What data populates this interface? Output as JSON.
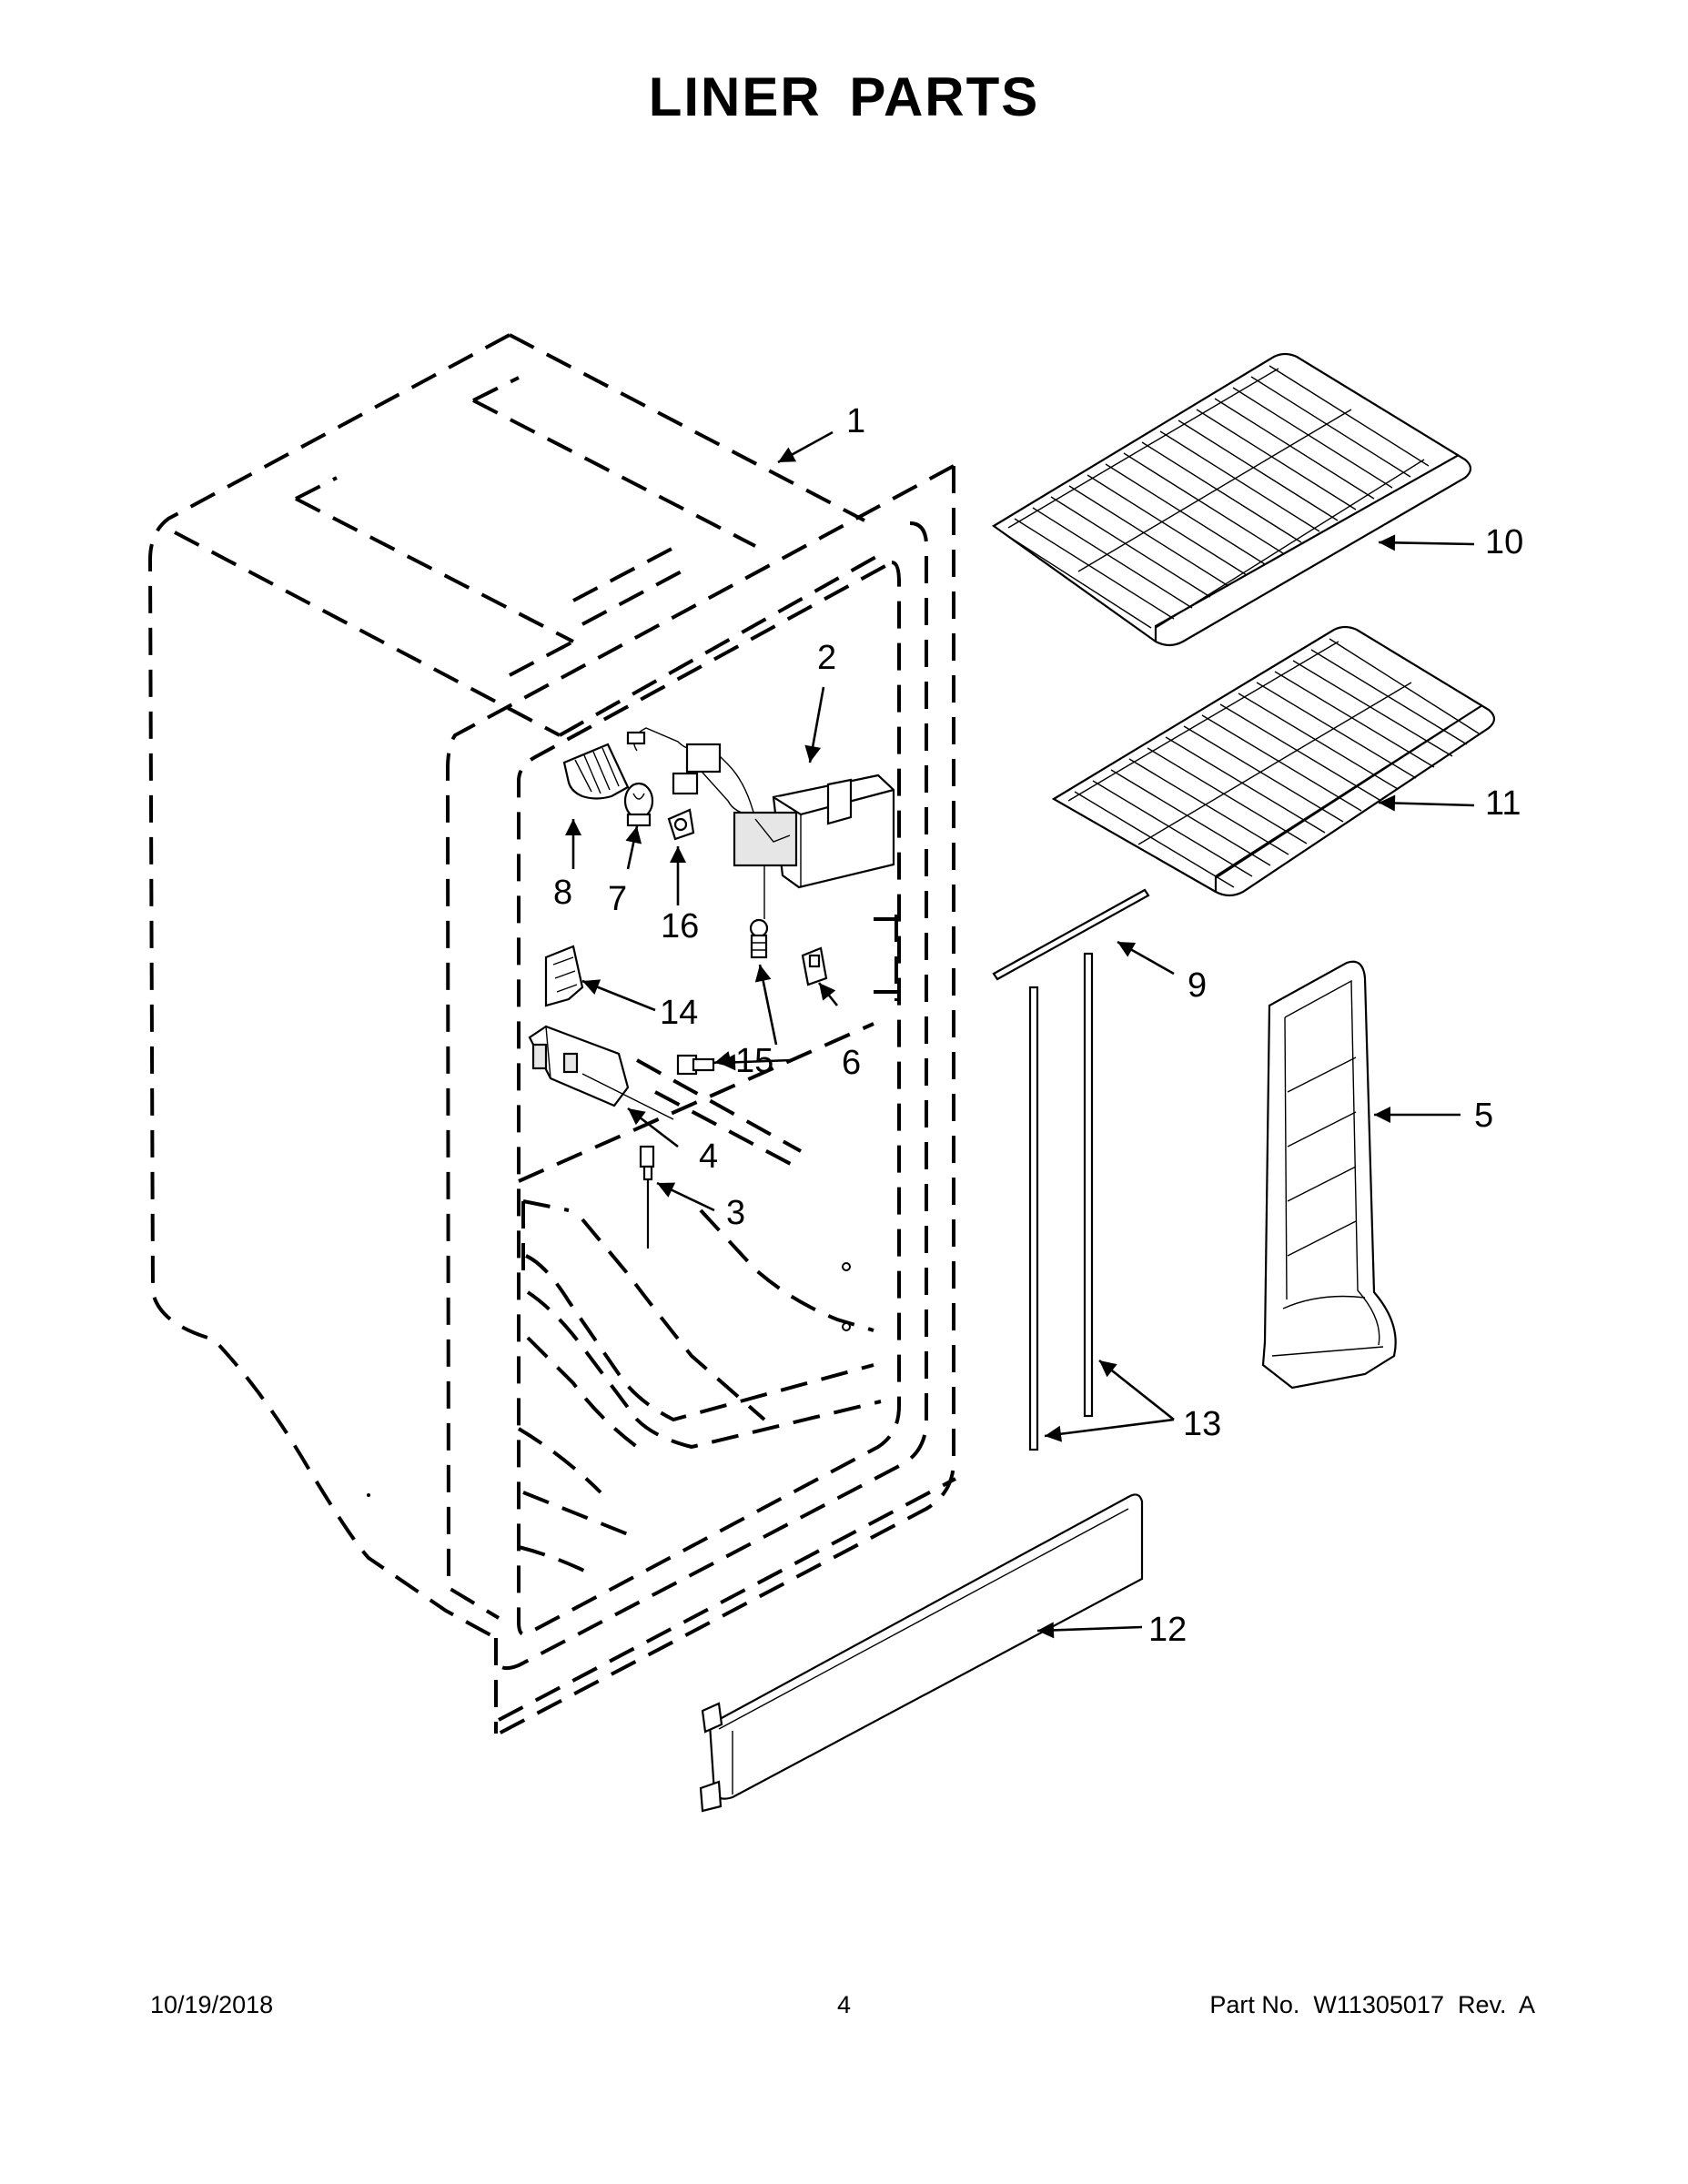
{
  "title": "LINER PARTS",
  "callouts": {
    "c1": "1",
    "c2": "2",
    "c3": "3",
    "c4": "4",
    "c5": "5",
    "c6": "6",
    "c7": "7",
    "c8": "8",
    "c9": "9",
    "c10": "10",
    "c11": "11",
    "c12": "12",
    "c13": "13",
    "c14": "14",
    "c15": "15",
    "c16": "16"
  },
  "footer": {
    "date": "10/19/2018",
    "page": "4",
    "part": "Part No.  W11305017  Rev.  A"
  }
}
